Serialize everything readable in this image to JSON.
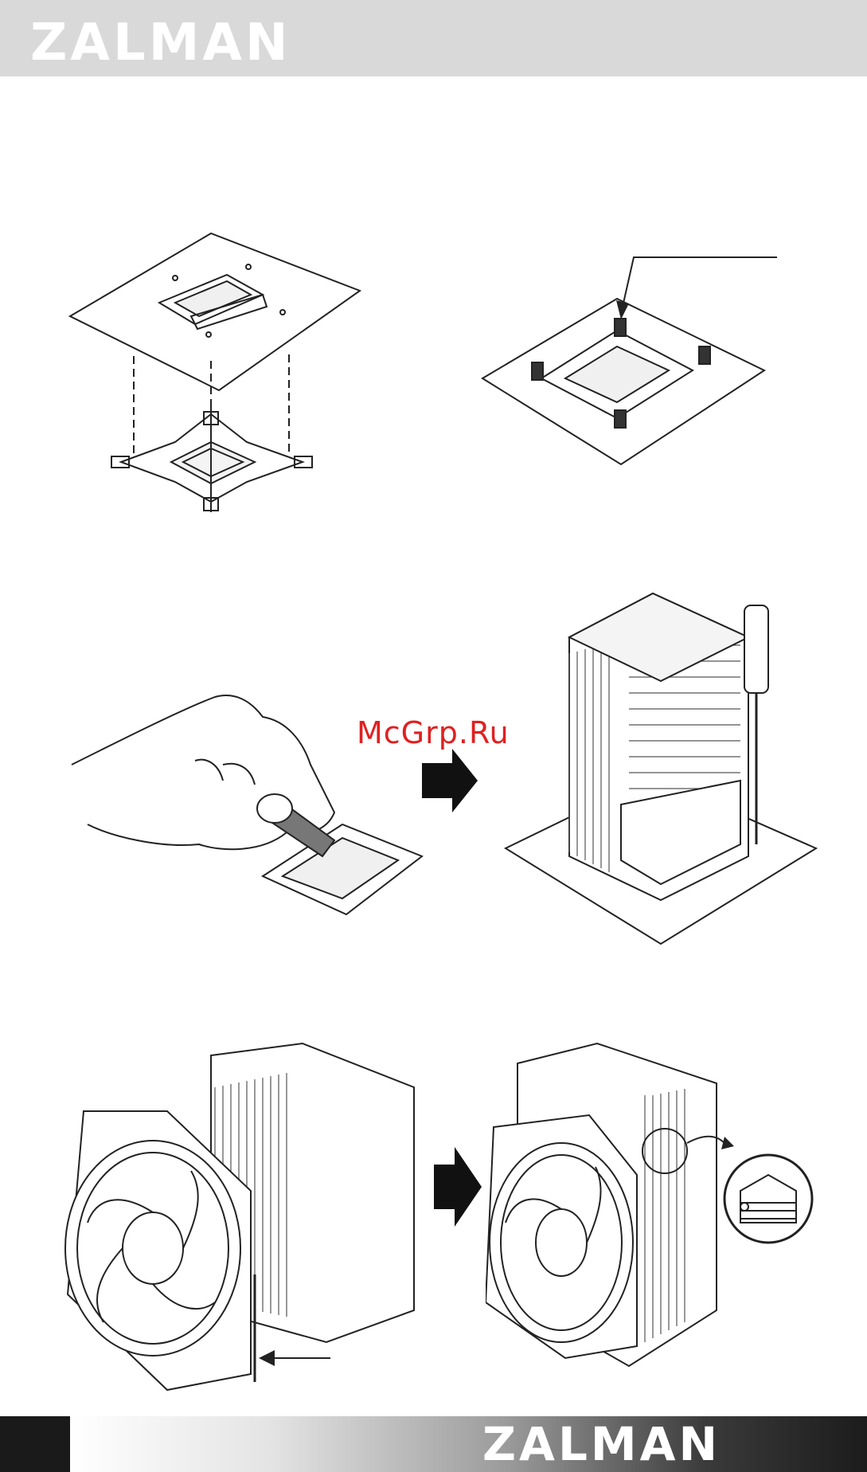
{
  "header": {
    "brand": "ZALMAN"
  },
  "watermark": {
    "text": "McGrp.Ru"
  },
  "footer": {
    "brand": "ZALMAN"
  },
  "icons": {
    "step_arrow_1": "right-arrow-icon",
    "step_arrow_2": "right-arrow-icon",
    "pointer_1": "pointer-arrow-icon",
    "pointer_2": "pointer-arrow-icon",
    "detail_zoom": "zoom-callout-icon"
  }
}
